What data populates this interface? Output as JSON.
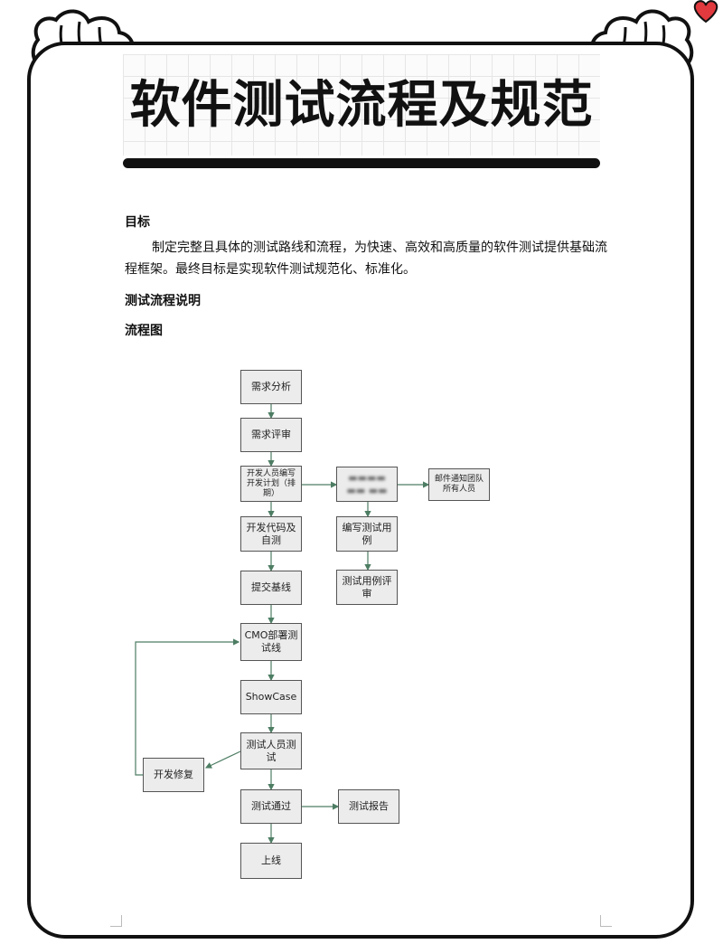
{
  "document": {
    "title": "软件测试流程及规范",
    "goal_heading": "目标",
    "goal_text_indent": "",
    "goal_text": "制定完整且具体的测试路线和流程，为快速、高效和高质量的软件测试提供基础流程框架。最终目标是实现软件测试规范化、标准化。",
    "process_heading": "测试流程说明",
    "flowchart_heading": "流程图"
  },
  "flowchart": {
    "nodes": {
      "requirement_analysis": "需求分析",
      "requirement_review": "需求评审",
      "dev_plan": "开发人员编写开发计划（排期）",
      "dev_code": "开发代码及自测",
      "submit_baseline": "提交基线",
      "cmo_deploy": "CMO部署测试线",
      "showcase": "ShowCase",
      "tester_test": "测试人员测试",
      "test_pass": "测试通过",
      "go_live": "上线",
      "dev_fix": "开发修复",
      "blurred_step": "",
      "email_notify": "邮件通知团队所有人员",
      "write_cases": "编写测试用例",
      "case_review": "测试用例评审",
      "test_report": "测试报告"
    },
    "fail_label": "",
    "line_color": "#4d7d63",
    "node_fill": "#ececec"
  }
}
